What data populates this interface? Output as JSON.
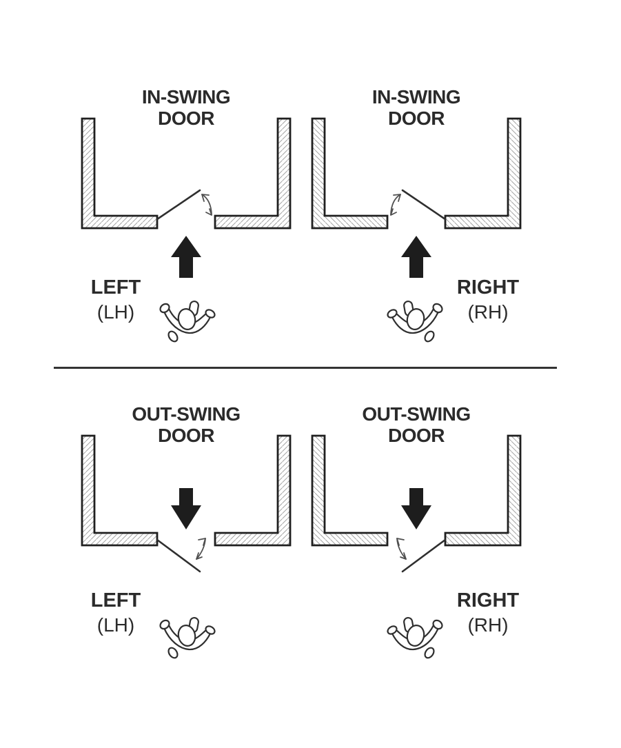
{
  "diagram": {
    "background": "#ffffff",
    "divider_color": "#333333",
    "colors": {
      "text": "#2b2b2b",
      "wall_outline": "#1f1f1f",
      "wall_hatch": "#a5a5a5",
      "door_leaf": "#2f2f2f",
      "swing_arc": "#4f4f4f",
      "arrow": "#1d1d1d",
      "person_outline": "#2f2f2f"
    },
    "icons": {
      "direction_arrow": "solid-arrow showing direction of travel through door",
      "swing_arc_arrow": "double-headed curved arrow showing door swing path",
      "person": "top-view person figure reaching for door"
    },
    "quadrants": [
      {
        "id": "in-swing-left",
        "title_line1": "IN-SWING",
        "title_line2": "DOOR",
        "hand_label": "LEFT",
        "hand_abbr": "(LH)",
        "swing": "in",
        "hand": "left"
      },
      {
        "id": "in-swing-right",
        "title_line1": "IN-SWING",
        "title_line2": "DOOR",
        "hand_label": "RIGHT",
        "hand_abbr": "(RH)",
        "swing": "in",
        "hand": "right"
      },
      {
        "id": "out-swing-left",
        "title_line1": "OUT-SWING",
        "title_line2": "DOOR",
        "hand_label": "LEFT",
        "hand_abbr": "(LH)",
        "swing": "out",
        "hand": "left"
      },
      {
        "id": "out-swing-right",
        "title_line1": "OUT-SWING",
        "title_line2": "DOOR",
        "hand_label": "RIGHT",
        "hand_abbr": "(RH)",
        "swing": "out",
        "hand": "right"
      }
    ]
  }
}
